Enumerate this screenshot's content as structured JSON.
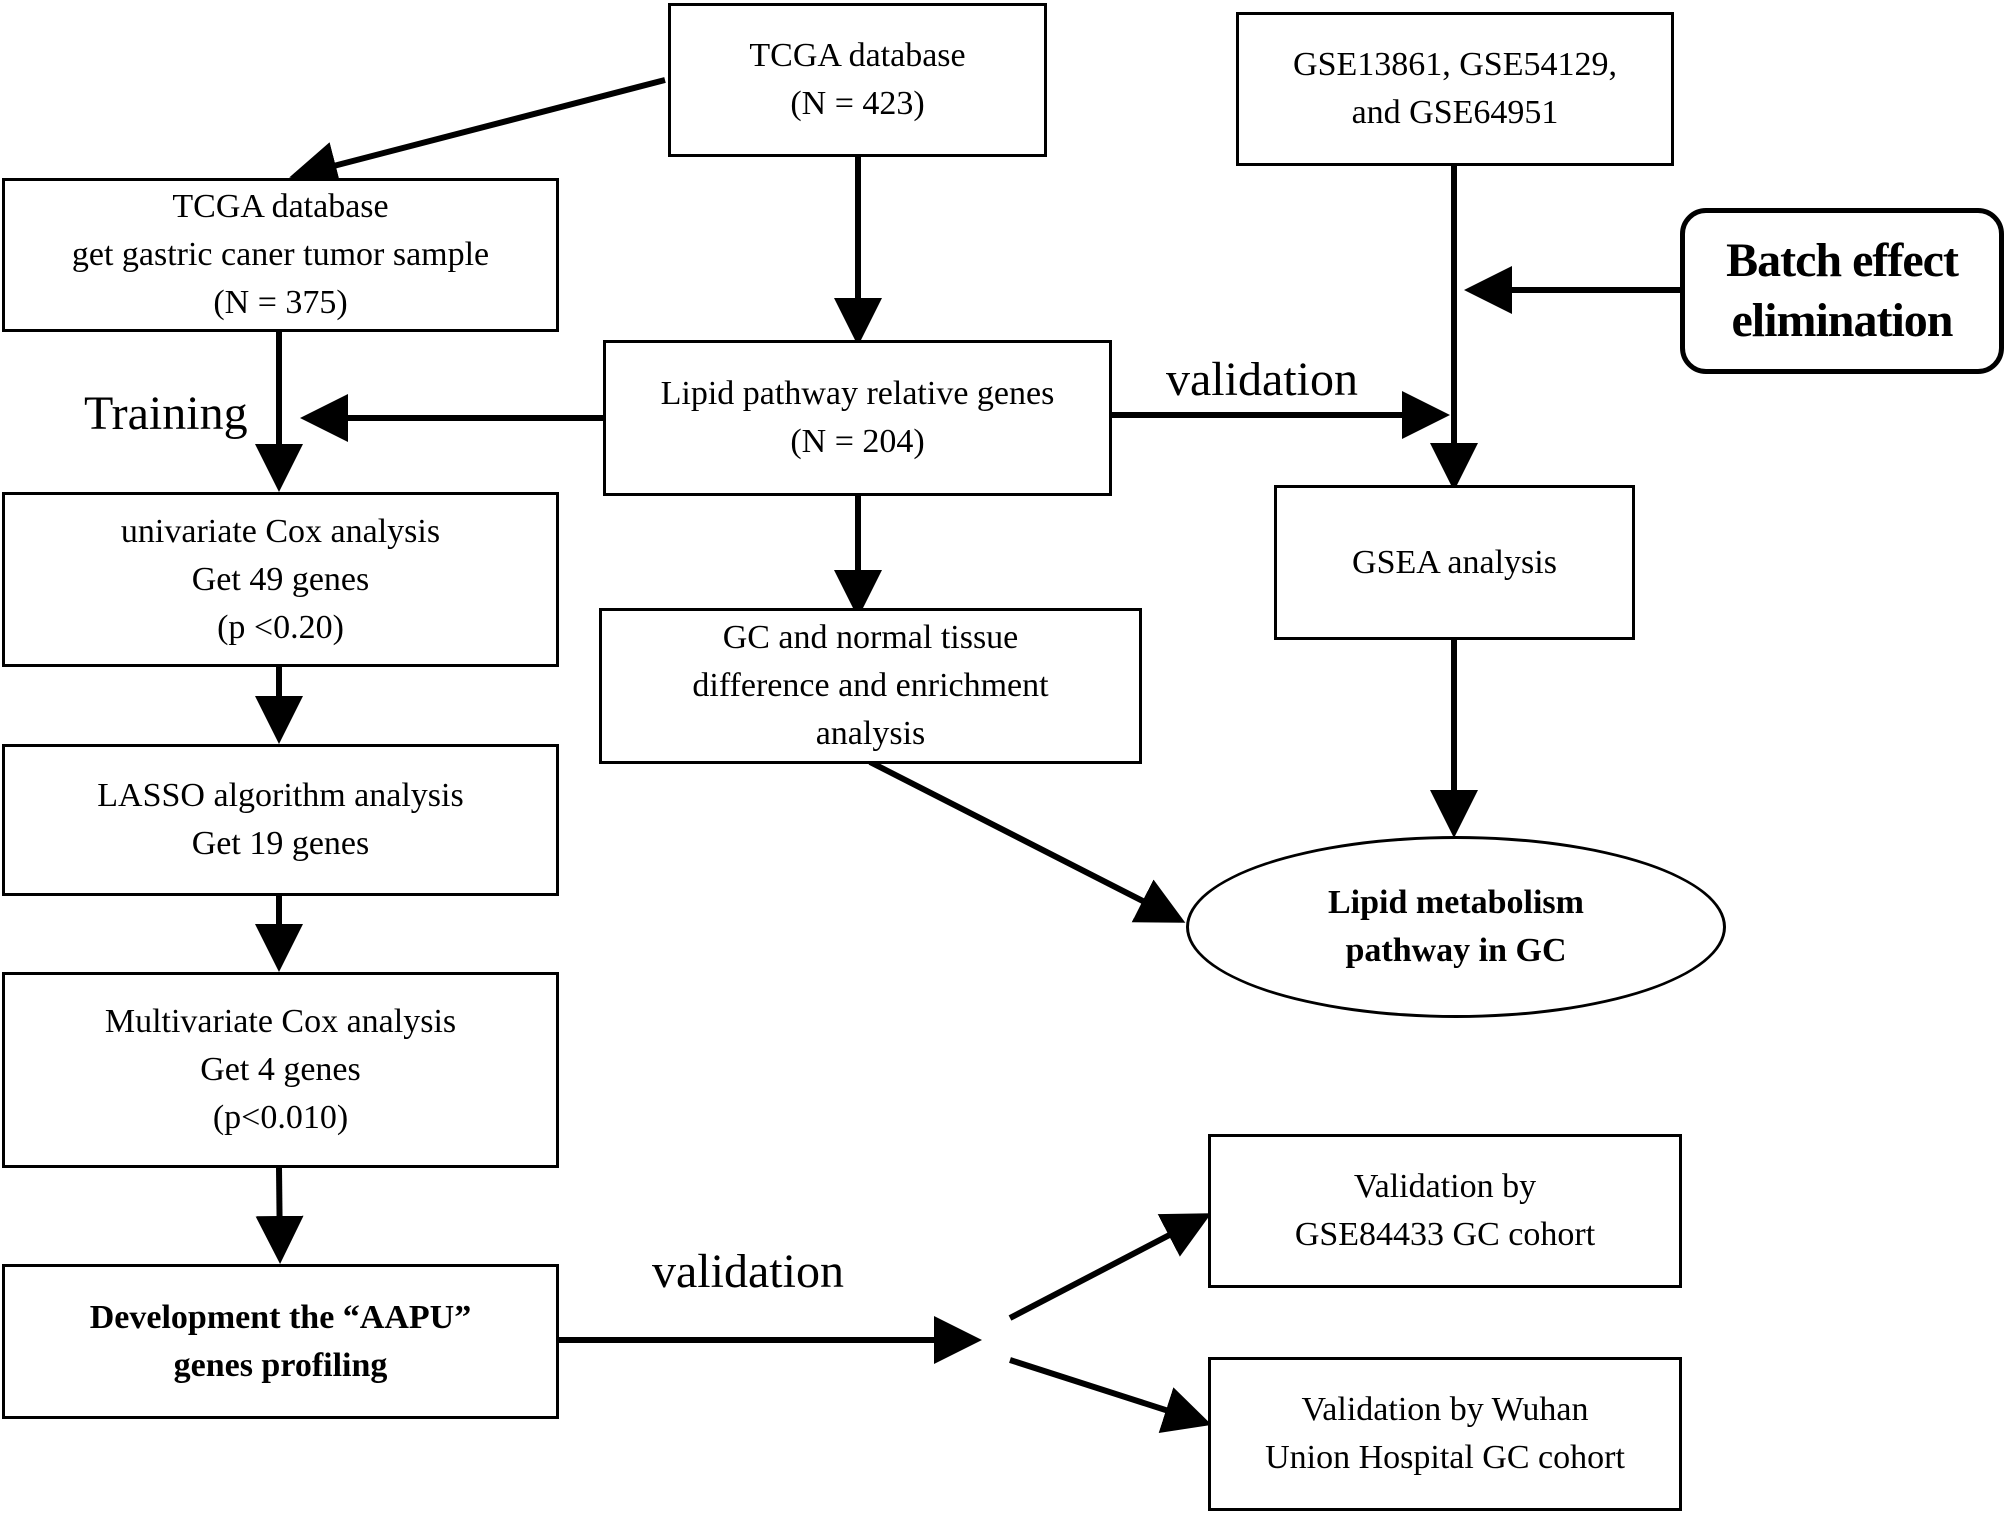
{
  "nodes": {
    "tcga_top": {
      "lines": [
        "TCGA database",
        "(N = 423)"
      ]
    },
    "geo": {
      "lines": [
        "GSE13861, GSE54129,",
        "and GSE64951"
      ]
    },
    "tcga_tumor": {
      "lines": [
        "TCGA database",
        "get gastric caner tumor sample",
        "(N = 375)"
      ]
    },
    "batch": {
      "lines": [
        "Batch effect",
        "elimination"
      ]
    },
    "lipid_genes": {
      "lines": [
        "Lipid pathway relative genes",
        "(N = 204)"
      ]
    },
    "gsea": {
      "lines": [
        "GSEA analysis"
      ]
    },
    "univariate": {
      "lines": [
        "univariate Cox analysis",
        "Get 49 genes",
        "(p <0.20)"
      ]
    },
    "gc_normal": {
      "lines": [
        "GC and normal tissue",
        "difference and enrichment",
        "analysis"
      ]
    },
    "lasso": {
      "lines": [
        "LASSO algorithm analysis",
        "Get 19 genes"
      ]
    },
    "lipid_gc": {
      "lines": [
        "Lipid metabolism",
        "pathway in GC"
      ]
    },
    "multivariate": {
      "lines": [
        "Multivariate Cox analysis",
        "Get 4 genes",
        "(p<0.010)"
      ]
    },
    "aapu": {
      "lines": [
        "Development the “AAPU”",
        "genes profiling"
      ]
    },
    "val_gse84433": {
      "lines": [
        "Validation by",
        "GSE84433 GC cohort"
      ]
    },
    "val_wuhan": {
      "lines": [
        "Validation by Wuhan",
        "Union Hospital GC cohort"
      ]
    }
  },
  "labels": {
    "training": "Training",
    "validation_top": "validation",
    "validation_bottom": "validation"
  }
}
